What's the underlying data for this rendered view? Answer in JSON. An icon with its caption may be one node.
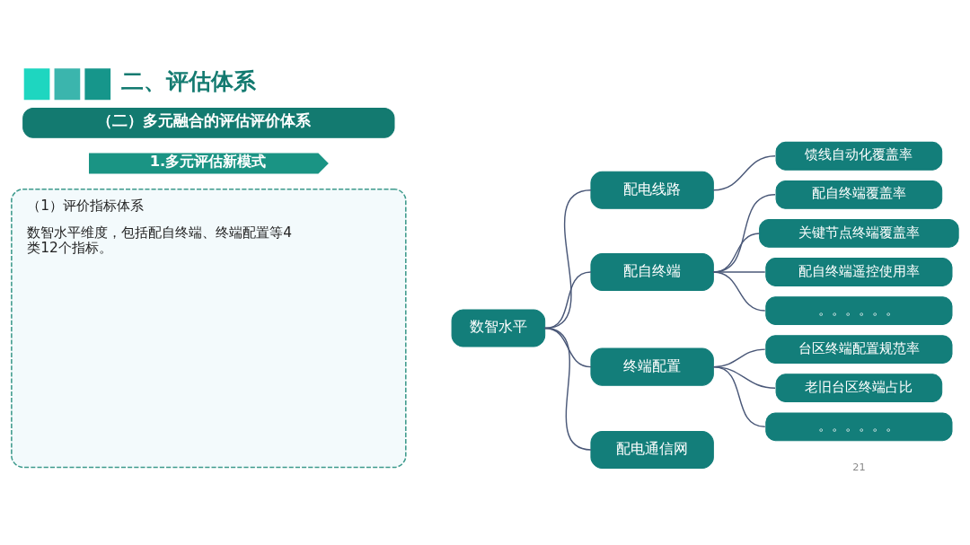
{
  "diagram": {
    "title": "二、评估体系",
    "nodes": [
      {
        "text": [
          "（二）多元融合的评估评价体系"
        ]
      },
      {
        "text": [
          "1.多元评估新模式"
        ]
      },
      {
        "text": [
          "（1）评价指标体系",
          "数智水平维度，包括配自终端、终端配置等4类12个指标。"
        ]
      },
      {
        "text": [
          "数智水平"
        ]
      },
      {
        "text": [
          "配电线路"
        ]
      },
      {
        "text": [
          "馈线自动化覆盖率"
        ]
      },
      {
        "text": [
          "配自终端"
        ]
      },
      {
        "text": [
          "配自终端覆盖率"
        ]
      },
      {
        "text": [
          "关键节点终端覆盖率"
        ]
      },
      {
        "text": [
          "配自终端遥控使用率"
        ]
      },
      {
        "text": [
          "。。。。。。"
        ]
      },
      {
        "text": [
          "终端配置"
        ]
      },
      {
        "text": [
          "台区终端配置规范率"
        ]
      },
      {
        "text": [
          "老旧台区终端占比"
        ]
      },
      {
        "text": [
          "。。。。。。"
        ]
      },
      {
        "text": [
          "配电通信网"
        ]
      }
    ],
    "edges": [
      {
        "from": 3,
        "to": 4,
        "arrow": "none"
      },
      {
        "from": 3,
        "to": 6,
        "arrow": "none"
      },
      {
        "from": 3,
        "to": 11,
        "arrow": "none"
      },
      {
        "from": 3,
        "to": 15,
        "arrow": "none"
      },
      {
        "from": 4,
        "to": 5,
        "arrow": "none"
      },
      {
        "from": 6,
        "to": 7,
        "arrow": "none"
      },
      {
        "from": 6,
        "to": 8,
        "arrow": "none"
      },
      {
        "from": 6,
        "to": 9,
        "arrow": "none"
      },
      {
        "from": 6,
        "to": 10,
        "arrow": "none"
      },
      {
        "from": 11,
        "to": 12,
        "arrow": "none"
      },
      {
        "from": 11,
        "to": 13,
        "arrow": "none"
      },
      {
        "from": 11,
        "to": 14,
        "arrow": "none"
      }
    ],
    "labels": [
      "21"
    ]
  }
}
